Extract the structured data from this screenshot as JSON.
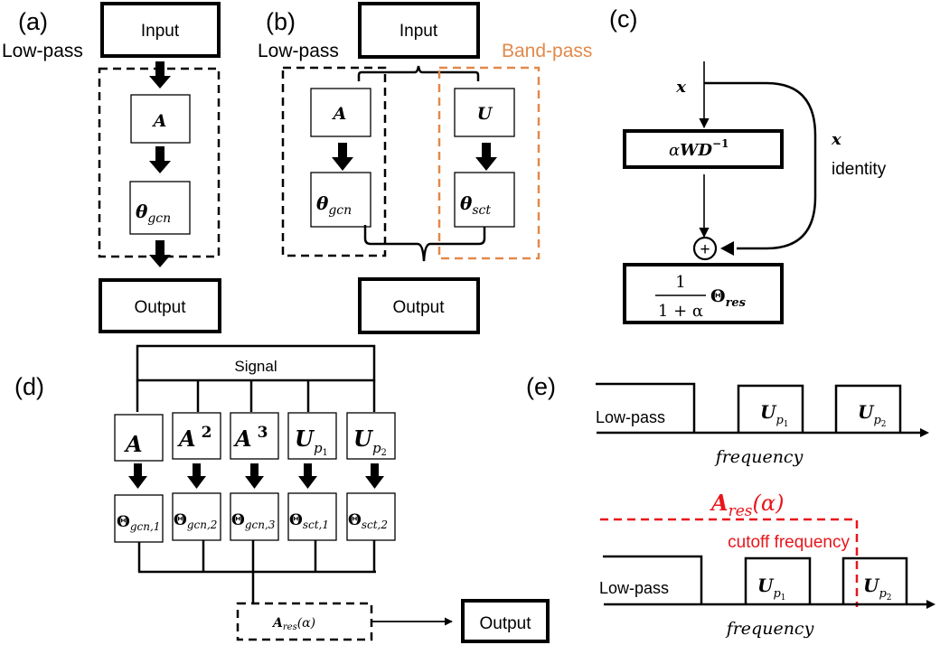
{
  "colors": {
    "ink": "#000000",
    "band_pass": "#E2894A",
    "residual": "#E8161B"
  },
  "panel_a": {
    "tag": "(a)",
    "input": "Input",
    "output": "Output",
    "filter_label": "Low-pass",
    "op": "A",
    "param": "θ",
    "param_sub": "gcn"
  },
  "panel_b": {
    "tag": "(b)",
    "input": "Input",
    "output": "Output",
    "low_label": "Low-pass",
    "band_label": "Band-pass",
    "low_op": "A",
    "low_param": "θ",
    "low_param_sub": "gcn",
    "band_op": "U",
    "band_param": "θ",
    "band_param_sub": "sct"
  },
  "panel_c": {
    "tag": "(c)",
    "input_var": "x",
    "skip_var": "x",
    "skip_label": "identity",
    "op_alpha": "α",
    "op_matrix": "WD",
    "op_exp": "−1",
    "sum_symbol": "+",
    "frac_num": "1",
    "frac_den": "1 + α",
    "out_param": "Θ",
    "out_param_sub": "res"
  },
  "panel_d": {
    "tag": "(d)",
    "signal": "Signal",
    "filters": [
      {
        "op": "A",
        "sup": "",
        "sub": "",
        "param_sub": "gcn,1"
      },
      {
        "op": "A",
        "sup": "2",
        "sub": "",
        "param_sub": "gcn,2"
      },
      {
        "op": "A",
        "sup": "3",
        "sub": "",
        "param_sub": "gcn,3"
      },
      {
        "op": "U",
        "sup": "",
        "sub": "p",
        "sub_idx": "1",
        "param_sub": "sct,1"
      },
      {
        "op": "U",
        "sup": "",
        "sub": "p",
        "sub_idx": "2",
        "param_sub": "sct,2"
      }
    ],
    "param": "Θ",
    "residual_op": "A",
    "residual_sub": "res",
    "residual_arg": "(α)",
    "output": "Output"
  },
  "panel_e": {
    "tag": "(e)",
    "top": {
      "low_label": "Low-pass",
      "band1_op": "U",
      "band1_sub": "p",
      "band1_idx": "1",
      "band2_op": "U",
      "band2_sub": "p",
      "band2_idx": "2",
      "axis_label": "frequency"
    },
    "residual_title_op": "A",
    "residual_title_sub": "res",
    "residual_title_arg": "(α)",
    "cutoff_label": "cutoff frequency",
    "bottom": {
      "low_label": "Low-pass",
      "band1_op": "U",
      "band1_sub": "p",
      "band1_idx": "1",
      "band2_op": "U",
      "band2_sub": "p",
      "band2_idx": "2",
      "axis_label": "frequency"
    }
  }
}
